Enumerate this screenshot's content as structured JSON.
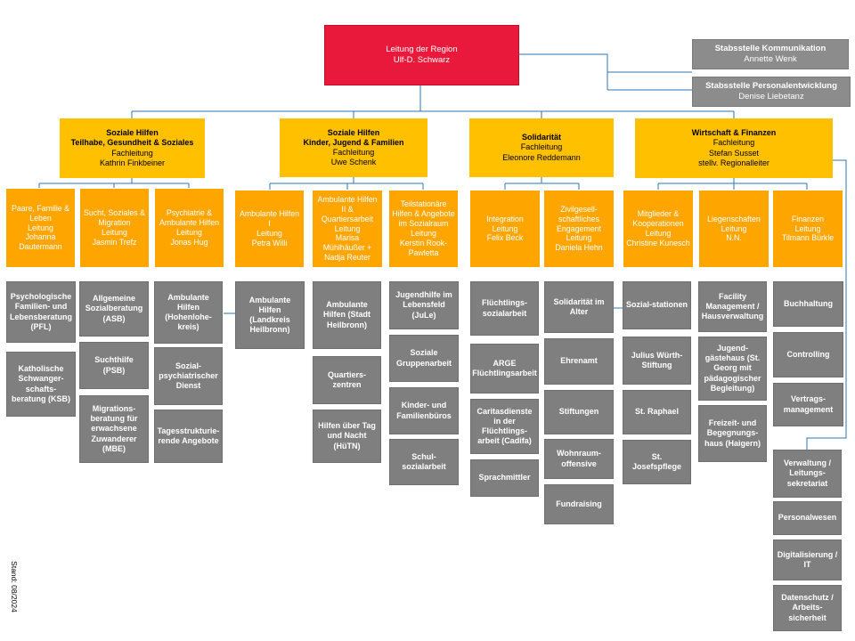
{
  "top": {
    "title": "Leitung der Region",
    "name": "Ulf-D. Schwarz"
  },
  "staff": [
    {
      "title": "Stabsstelle Kommunikation",
      "name": "Annette Wenk"
    },
    {
      "title": "Stabsstelle Personalentwicklung",
      "name": "Denise Liebetanz"
    }
  ],
  "divisions": [
    {
      "title1": "Soziale Hilfen",
      "title2": "Teilhabe, Gesundheit & Soziales",
      "role": "Fachleitung",
      "name": "Kathrin Finkbeiner"
    },
    {
      "title1": "Soziale Hilfen",
      "title2": "Kinder, Jugend & Familien",
      "role": "Fachleitung",
      "name": "Uwe Schenk"
    },
    {
      "title1": "Solidarität",
      "role": "Fachleitung",
      "name": "Eleonore Reddemann"
    },
    {
      "title1": "Wirtschaft & Finanzen",
      "role": "Fachleitung",
      "name": "Stefan Susset",
      "extra": "stellv. Regionalleiter"
    }
  ],
  "units": [
    {
      "title": "Paare, Familie & Leben",
      "role": "Leitung",
      "name": "Johanna Dautermann"
    },
    {
      "title": "Sucht, Soziales & Migration",
      "role": "Leitung",
      "name": "Jasmin Trefz"
    },
    {
      "title": "Psychiatrie & Ambulante Hilfen",
      "role": "Leitung",
      "name": "Jonas Hug"
    },
    {
      "title": "Ambulante Hilfen I",
      "role": "Leitung",
      "name": "Petra Willi"
    },
    {
      "title": "Ambulante Hilfen II & Quartiersarbeit",
      "role": "Leitung",
      "name": "Marisa Mühlhäußer + Nadja Reuter"
    },
    {
      "title": "Teilstationäre Hilfen & Angebote im Sozialraum",
      "role": "Leitung",
      "name": "Kerstin Rook-Pawletta"
    },
    {
      "title": "Integration",
      "role": "Leitung",
      "name": "Felix Beck"
    },
    {
      "title": "Zivilgesell-schaftliches Engagement",
      "role": "Leitung",
      "name": "Daniela Hehn"
    },
    {
      "title": "Mitglieder & Kooperationen",
      "role": "Leitung",
      "name": "Christine Kunesch"
    },
    {
      "title": "Liegenschaften",
      "role": "Leitung",
      "name": "N.N."
    },
    {
      "title": "Finanzen",
      "role": "Leitung",
      "name": "Tilmann Bürkle"
    }
  ],
  "services": {
    "col1": [
      "Psychologische Familien- und Lebensberatung (PFL)",
      "Katholische Schwanger-schafts-beratung (KSB)"
    ],
    "col2": [
      "Allgemeine Sozialberatung (ASB)",
      "Suchthilfe (PSB)",
      "Migrations-beratung für erwachsene Zuwanderer (MBE)"
    ],
    "col3": [
      "Ambulante Hilfen (Hohenlohe-kreis)",
      "Sozial-psychiatrischer Dienst",
      "Tagesstrukturie-rende Angebote"
    ],
    "col4": [
      "Ambulante Hilfen (Landkreis Heilbronn)"
    ],
    "col5": [
      "Ambulante Hilfen (Stadt Heilbronn)",
      "Quartiers-zentren",
      "Hilfen über Tag und Nacht (HüTN)"
    ],
    "col6": [
      "Jugendhilfe im Lebensfeld (JuLe)",
      "Soziale Gruppenarbeit",
      "Kinder- und Familienbüros",
      "Schul-sozialarbeit"
    ],
    "col7": [
      "Flüchtlings-sozialarbeit",
      "ARGE Flüchtlingsarbeit",
      "Caritasdienste in der Flüchtlings-arbeit (Cadifa)",
      "Sprachmittler"
    ],
    "col8": [
      "Solidarität im Alter",
      "Ehrenamt",
      "Stiftungen",
      "Wohnraum-offensive",
      "Fundraising"
    ],
    "col9": [
      "Sozial-stationen",
      "Julius Würth-Stiftung",
      "St. Raphael",
      "St. Josefspflege"
    ],
    "col10": [
      "Facility Management / Hausverwaltung",
      "Jugend-gästehaus (St. Georg mit pädagogischer Begleitung)",
      "Freizeit- und Begegnungs-haus (Haigern)"
    ],
    "col11": [
      "Buchhaltung",
      "Controlling",
      "Vertrags-management"
    ],
    "admin": [
      "Verwaltung / Leitungs-sekretariat",
      "Personalwesen",
      "Digitalisierung / IT",
      "Datenschutz / Arbeits-sicherheit"
    ]
  },
  "stand": "Stand: 08/2024",
  "colors": {
    "red": "#e8193a",
    "amber": "#ffc000",
    "orange": "#ffa500",
    "grey": "#7f7f7f",
    "line": "#2e75b6"
  }
}
